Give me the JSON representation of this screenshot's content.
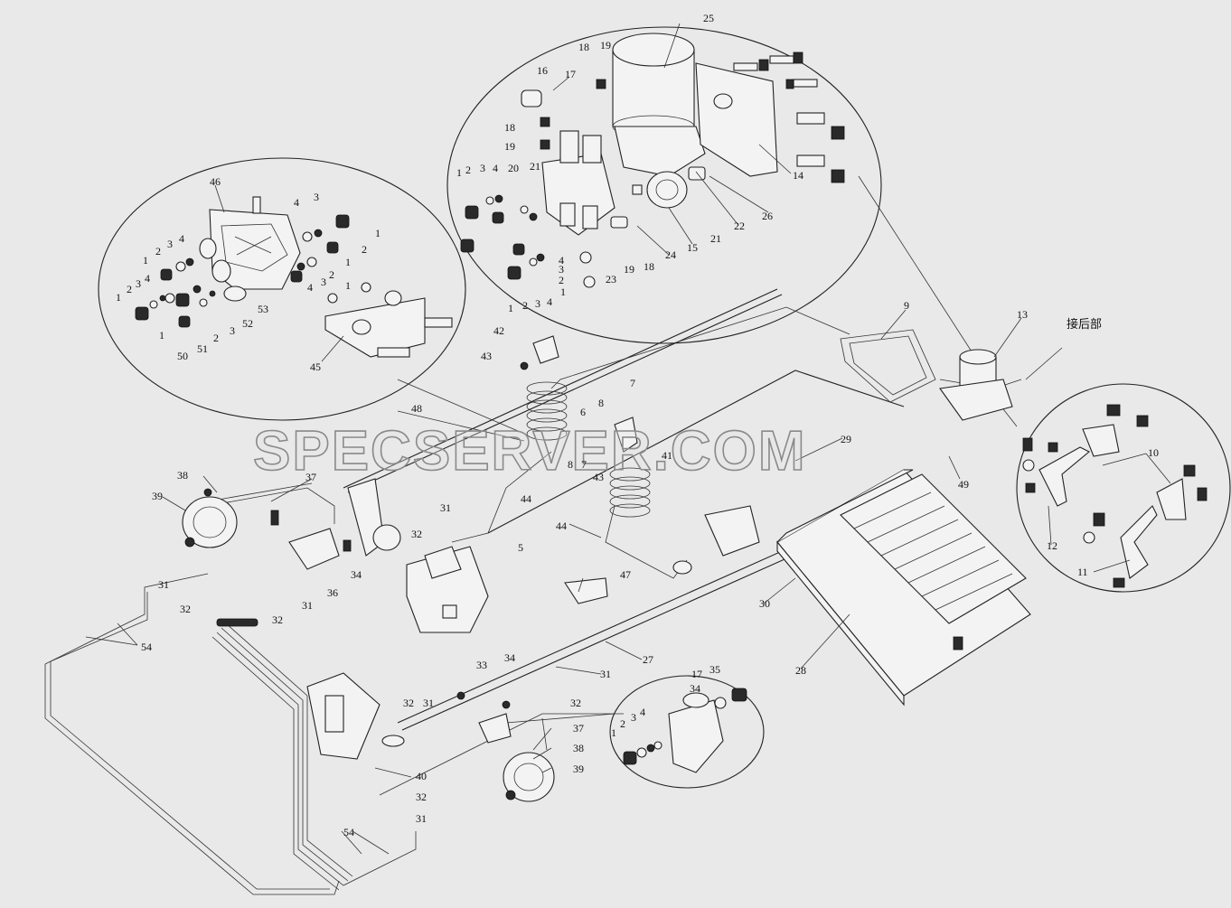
{
  "watermark": "SPECSERVER.COM",
  "note_rear": "接后部",
  "labels": {
    "l1": "1",
    "l2": "2",
    "l3": "3",
    "l4": "4",
    "l5": "5",
    "l6": "6",
    "l7": "7",
    "l8": "8",
    "l9": "9",
    "l10": "10",
    "l11": "11",
    "l12": "12",
    "l13": "13",
    "l14": "14",
    "l15": "15",
    "l16": "16",
    "l17": "17",
    "l18": "18",
    "l19": "19",
    "l20": "20",
    "l21": "21",
    "l22": "22",
    "l23": "23",
    "l24": "24",
    "l25": "25",
    "l26": "26",
    "l27": "27",
    "l28": "28",
    "l29": "29",
    "l30": "30",
    "l31": "31",
    "l32": "32",
    "l33": "33",
    "l34": "34",
    "l35": "35",
    "l36": "36",
    "l37": "37",
    "l38": "38",
    "l39": "39",
    "l40": "40",
    "l41": "41",
    "l42": "42",
    "l43": "43",
    "l44": "44",
    "l45": "45",
    "l46": "46",
    "l47": "47",
    "l48": "48",
    "l49": "49",
    "l50": "50",
    "l51": "51",
    "l52": "52",
    "l53": "53",
    "l54": "54"
  }
}
